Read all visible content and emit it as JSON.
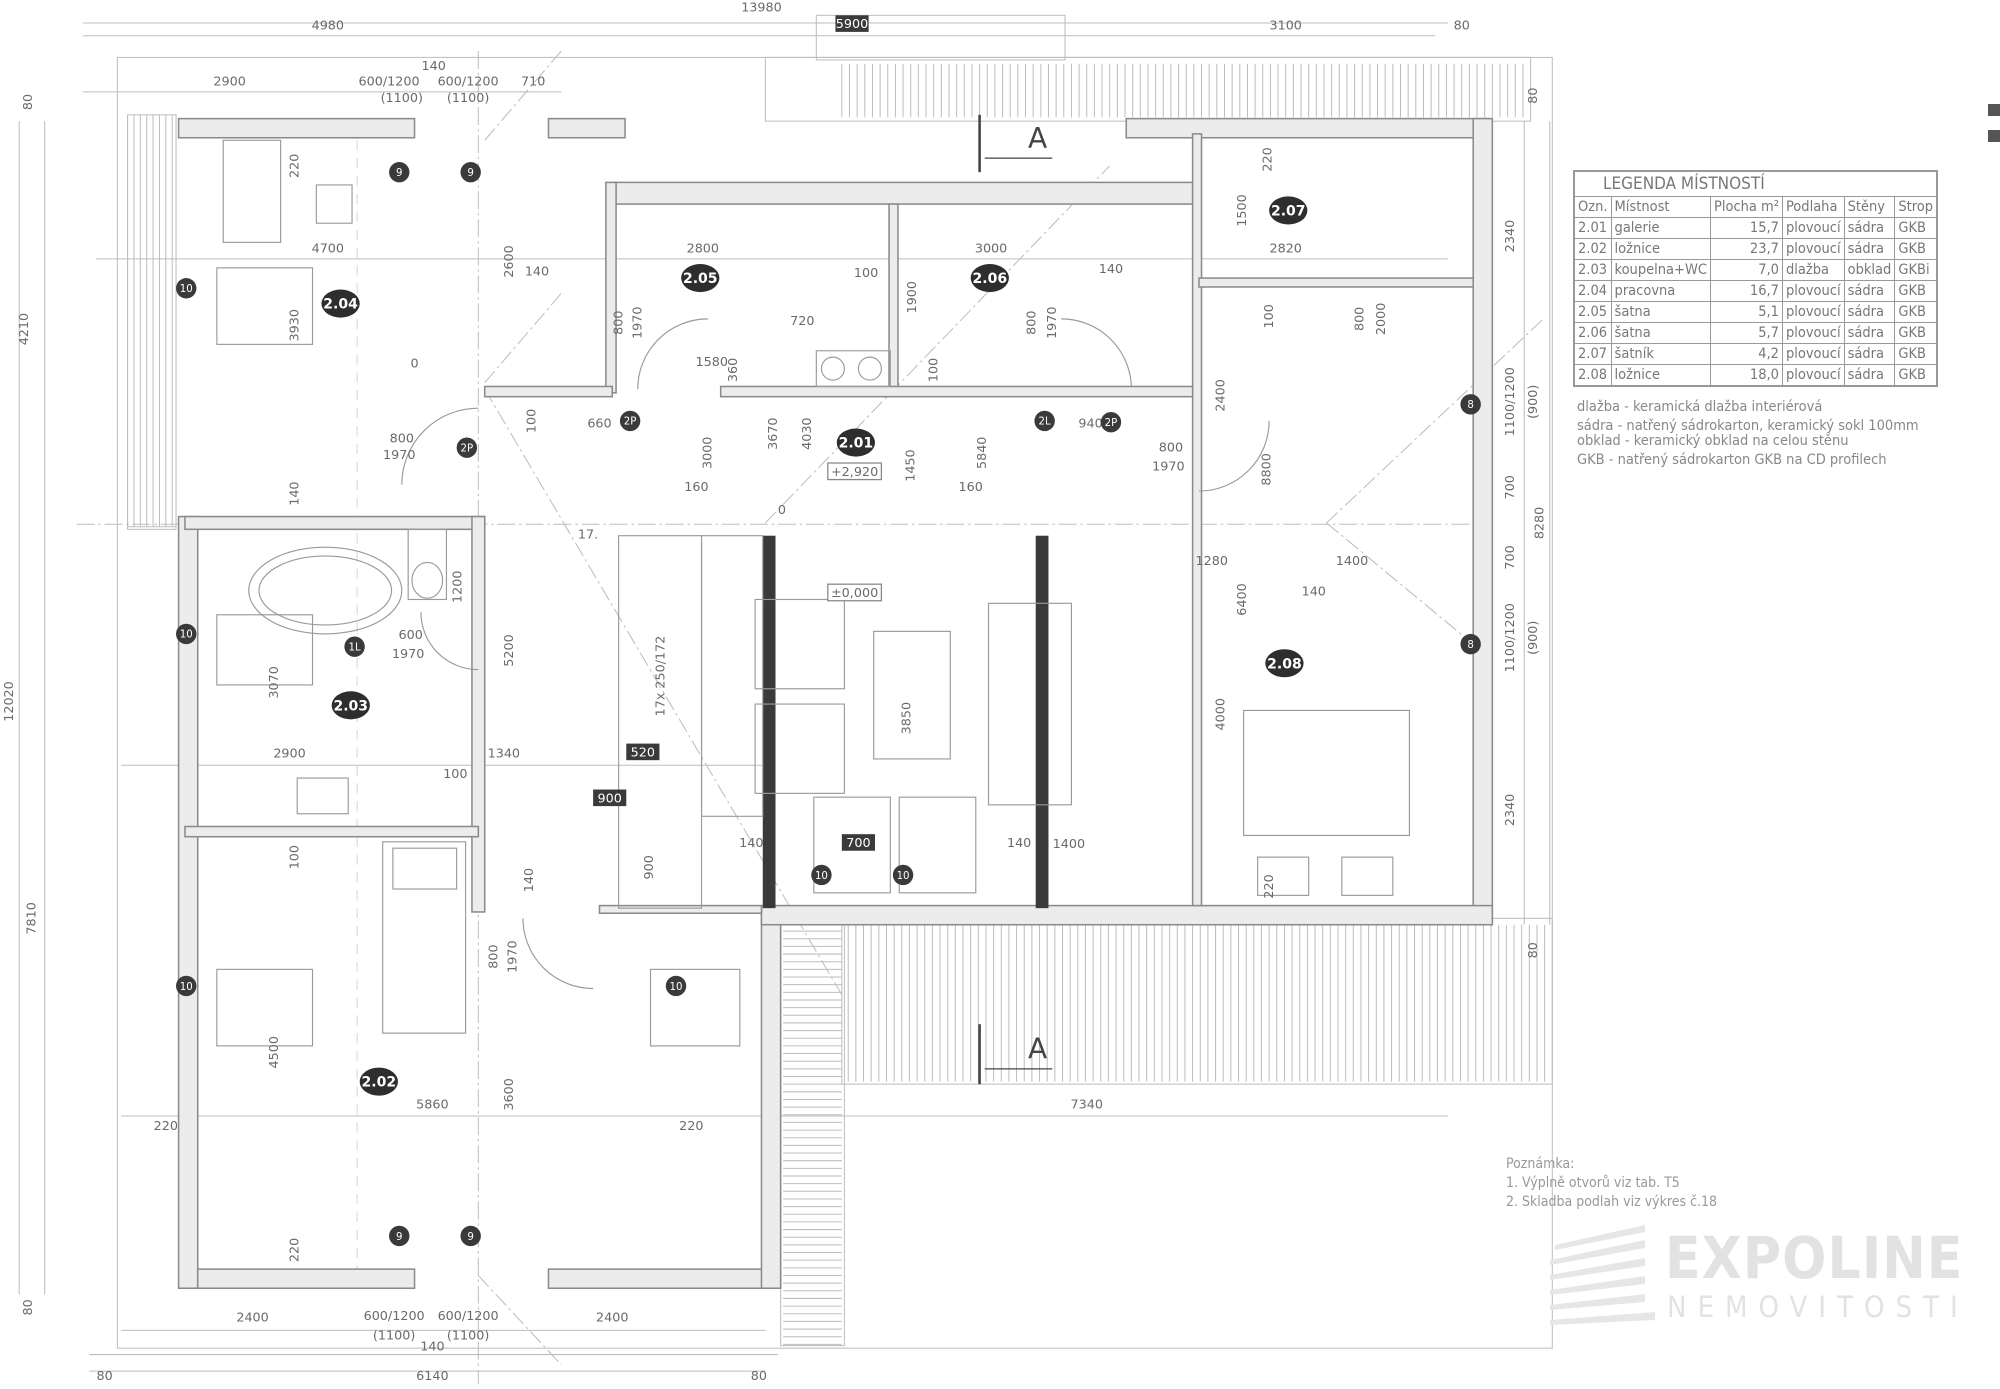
{
  "rooms": [
    {
      "id": "2.01",
      "name": "galerie",
      "area": "15,7",
      "floor": "plovoucí",
      "walls": "sádra",
      "ceiling": "GKB"
    },
    {
      "id": "2.02",
      "name": "ložnice",
      "area": "23,7",
      "floor": "plovoucí",
      "walls": "sádra",
      "ceiling": "GKB"
    },
    {
      "id": "2.03",
      "name": "koupelna+WC",
      "area": "7,0",
      "floor": "dlažba",
      "walls": "obklad",
      "ceiling": "GKBi"
    },
    {
      "id": "2.04",
      "name": "pracovna",
      "area": "16,7",
      "floor": "plovoucí",
      "walls": "sádra",
      "ceiling": "GKB"
    },
    {
      "id": "2.05",
      "name": "šatna",
      "area": "5,1",
      "floor": "plovoucí",
      "walls": "sádra",
      "ceiling": "GKB"
    },
    {
      "id": "2.06",
      "name": "šatna",
      "area": "5,7",
      "floor": "plovoucí",
      "walls": "sádra",
      "ceiling": "GKB"
    },
    {
      "id": "2.07",
      "name": "šatník",
      "area": "4,2",
      "floor": "plovoucí",
      "walls": "sádra",
      "ceiling": "GKB"
    },
    {
      "id": "2.08",
      "name": "ložnice",
      "area": "18,0",
      "floor": "plovoucí",
      "walls": "sádra",
      "ceiling": "GKB"
    }
  ],
  "legend": {
    "title": "LEGENDA  MÍSTNOSTÍ",
    "headers": [
      "Ozn.",
      "Místnost",
      "Plocha m²",
      "Podlaha",
      "Stěny",
      "Strop"
    ],
    "notes": [
      "dlažba - keramická dlažba interiérová",
      "sádra - natřený sádrokarton, keramický sokl 100mm",
      "obklad - keramický obklad na celou stěnu",
      "GKB - natřený sádrokarton GKB na CD profilech"
    ]
  },
  "remarks": {
    "title": "Poznámka:",
    "items": [
      "1. Výplně otvorů viz tab. T5",
      "2. Skladba podlah viz výkres č.18"
    ]
  },
  "logo": {
    "word": "EXPOLINE",
    "sub": "NEMOVITOSTI"
  },
  "section_marks": [
    "A",
    "A"
  ],
  "markers": {
    "window": "9",
    "door": "10",
    "skylight": "8",
    "door_2p": "2P",
    "door_2l": "2L",
    "door_1l": "1L"
  },
  "dimensions": [
    "13980",
    "4980",
    "5900",
    "3100",
    "80",
    "2900",
    "140",
    "600/1200",
    "(1100)",
    "600/1200",
    "(1100)",
    "710",
    "4700",
    "2800",
    "3000",
    "2820",
    "140",
    "100",
    "140",
    "720",
    "1580",
    "660",
    "940",
    "800",
    "1970",
    "800",
    "1970",
    "160",
    "160",
    "±0,000",
    "+2,920",
    "1400",
    "1280",
    "600",
    "1970",
    "2900",
    "100",
    "1340",
    "520",
    "900",
    "700",
    "1400",
    "5860",
    "7340",
    "220",
    "220",
    "2400",
    "2400",
    "600/1200",
    "(1100)",
    "600/1200",
    "(1100)",
    "140",
    "6140",
    "80",
    "80",
    "140",
    "140",
    "140",
    "17.",
    "0",
    "0",
    "4210",
    "12020",
    "7810",
    "80",
    "80",
    "220",
    "3930",
    "2600",
    "1900",
    "1500",
    "220",
    "2340",
    "800",
    "2000",
    "100",
    "1100/1200",
    "(900)",
    "700",
    "8280",
    "700",
    "1100/1200",
    "(900)",
    "2340",
    "80",
    "80",
    "3000",
    "3670",
    "4030",
    "1450",
    "5840",
    "8800",
    "2400",
    "1200",
    "3070",
    "5200",
    "17x 250/172",
    "3850",
    "6400",
    "4000",
    "100",
    "140",
    "900",
    "800",
    "1970",
    "4500",
    "3600",
    "220",
    "220",
    "140",
    "100",
    "800",
    "1970",
    "800",
    "1970",
    "360",
    "100"
  ]
}
